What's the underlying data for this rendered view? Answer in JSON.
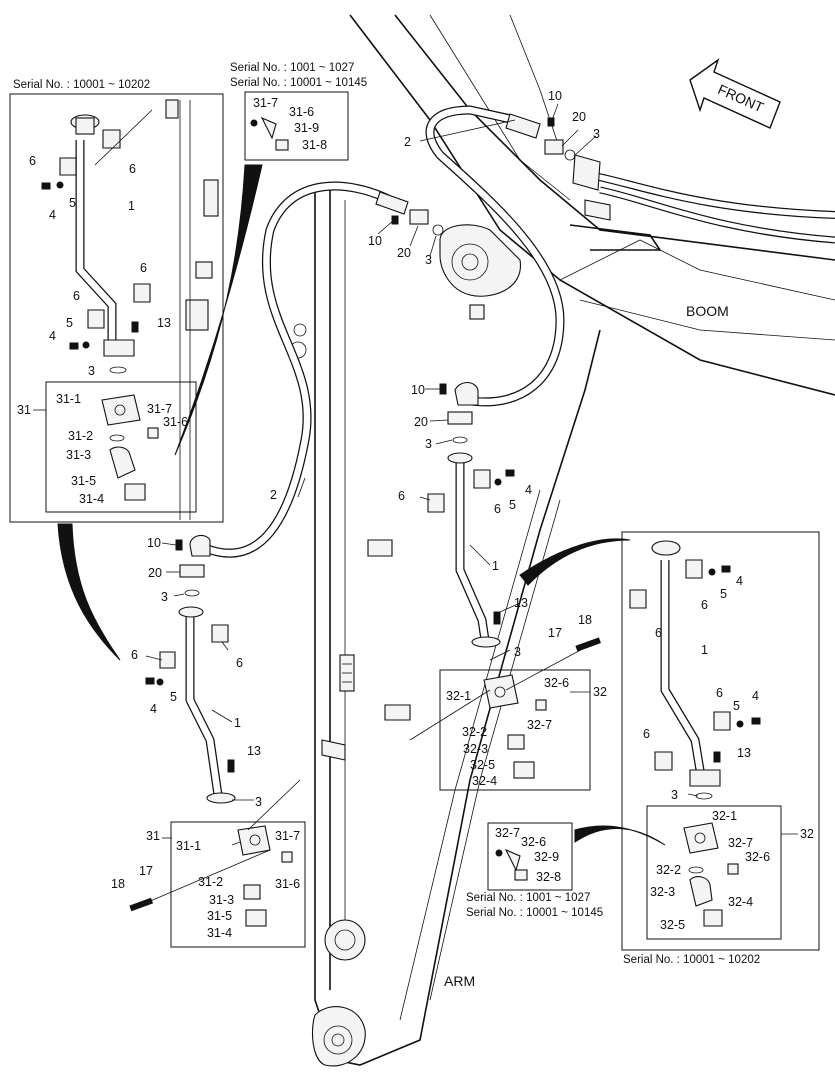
{
  "serials": {
    "top_left": "Serial No. : 10001 ~ 10202",
    "top_mid_1": "Serial No. : 1001 ~ 1027",
    "top_mid_2": "Serial No. : 10001 ~ 10145",
    "bottom_mid_1": "Serial No. : 1001 ~ 1027",
    "bottom_mid_2": "Serial No. : 10001 ~ 10145",
    "bottom_right": "Serial No. : 10001 ~ 10202"
  },
  "areas": {
    "front": "FRONT",
    "boom": "BOOM",
    "arm": "ARM"
  },
  "callouts": {
    "p1": "1",
    "p2": "2",
    "p3": "3",
    "p4": "4",
    "p5": "5",
    "p6": "6",
    "p10": "10",
    "p13": "13",
    "p17": "17",
    "p18": "18",
    "p20": "20",
    "g31": "31",
    "g32": "32",
    "p31_1": "31-1",
    "p31_2": "31-2",
    "p31_3": "31-3",
    "p31_4": "31-4",
    "p31_5": "31-5",
    "p31_6": "31-6",
    "p31_7": "31-7",
    "p31_8": "31-8",
    "p31_9": "31-9",
    "p32_1": "32-1",
    "p32_2": "32-2",
    "p32_3": "32-3",
    "p32_4": "32-4",
    "p32_5": "32-5",
    "p32_6": "32-6",
    "p32_7": "32-7",
    "p32_8": "32-8",
    "p32_9": "32-9"
  }
}
